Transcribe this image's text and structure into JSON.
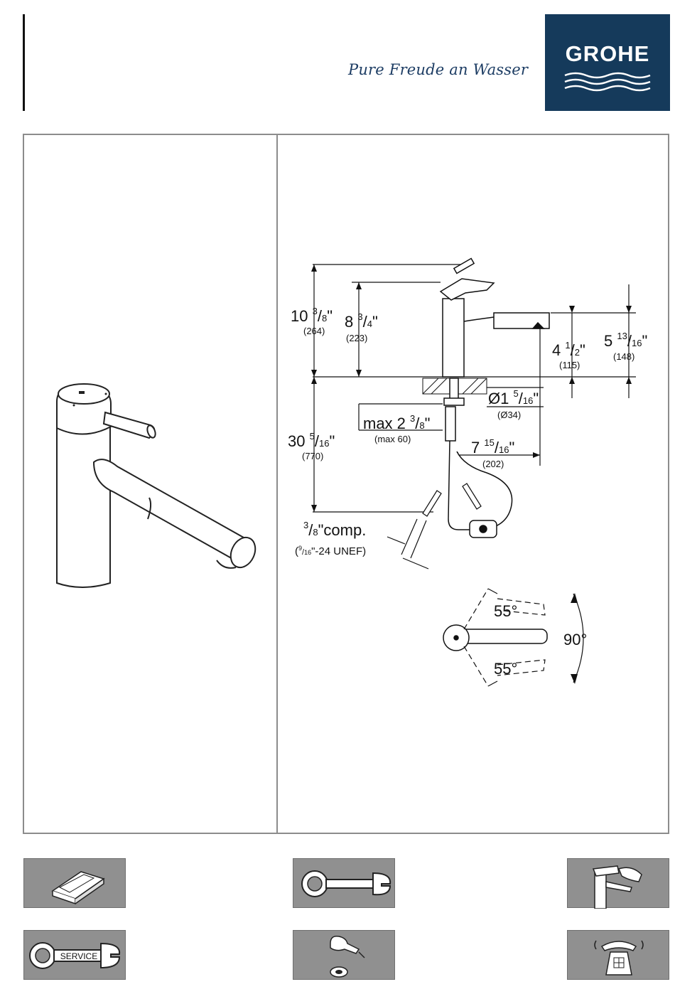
{
  "brand": {
    "logo_text": "GROHE",
    "tagline": "Pure Freude an Wasser",
    "colors": {
      "logo_bg": "#153a5b",
      "frame": "#8c8c8c",
      "icon_bg": "#909090"
    }
  },
  "dimensions": {
    "height_total": {
      "whole": "10",
      "num": "3",
      "den": "8",
      "metric": "(264)"
    },
    "height_spout": {
      "whole": "8",
      "num": "3",
      "den": "4",
      "metric": "(223)"
    },
    "spout_clearance": {
      "whole": "4",
      "num": "1",
      "den": "2",
      "metric": "(115)"
    },
    "spout_top": {
      "whole": "5",
      "num": "13",
      "den": "16",
      "metric": "(148)"
    },
    "hole_diameter": {
      "whole": "Ø1",
      "num": "5",
      "den": "16",
      "metric": "(Ø34)"
    },
    "max_deck": {
      "whole": "max 2",
      "num": "3",
      "den": "8",
      "metric": "(max 60)"
    },
    "hose_length": {
      "whole": "30",
      "num": "5",
      "den": "16",
      "metric": "(770)"
    },
    "hose_reach": {
      "whole": "7",
      "num": "15",
      "den": "16",
      "metric": "(202)"
    },
    "connection": {
      "num": "3",
      "den": "8",
      "rest": "comp.",
      "sub_num": "9",
      "sub_den": "16",
      "sub_rest": "-24 UNEF)"
    }
  },
  "swivel": {
    "angle_top": "55°",
    "angle_bottom": "55°",
    "angle_total": "90°"
  },
  "icons": [
    {
      "name": "spare-parts-box-icon"
    },
    {
      "name": "wrench-icon"
    },
    {
      "name": "cleaning-icon"
    },
    {
      "name": "service-wrench-icon",
      "label": "SERVICE"
    },
    {
      "name": "handle-parts-icon"
    },
    {
      "name": "telephone-icon"
    }
  ]
}
